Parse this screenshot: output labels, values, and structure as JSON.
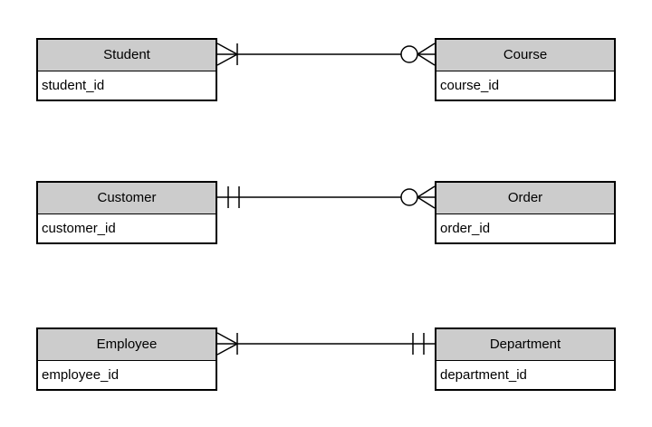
{
  "diagram": {
    "type": "entity-relationship",
    "notation": "crows-foot",
    "entities": [
      {
        "id": "student",
        "title": "Student",
        "attributes": [
          "student_id"
        ]
      },
      {
        "id": "course",
        "title": "Course",
        "attributes": [
          "course_id"
        ]
      },
      {
        "id": "customer",
        "title": "Customer",
        "attributes": [
          "customer_id"
        ]
      },
      {
        "id": "order",
        "title": "Order",
        "attributes": [
          "order_id"
        ]
      },
      {
        "id": "employee",
        "title": "Employee",
        "attributes": [
          "employee_id"
        ]
      },
      {
        "id": "department",
        "title": "Department",
        "attributes": [
          "department_id"
        ]
      }
    ],
    "relationships": [
      {
        "from": "student",
        "to": "course",
        "from_cardinality": "one-or-many",
        "to_cardinality": "zero-or-many"
      },
      {
        "from": "customer",
        "to": "order",
        "from_cardinality": "exactly-one",
        "to_cardinality": "zero-or-many"
      },
      {
        "from": "employee",
        "to": "department",
        "from_cardinality": "one-or-many",
        "to_cardinality": "exactly-one"
      }
    ],
    "colors": {
      "entity_header_fill": "#cccccc",
      "entity_body_fill": "#ffffff",
      "border": "#000000",
      "line": "#000000",
      "background": "#ffffff"
    }
  }
}
